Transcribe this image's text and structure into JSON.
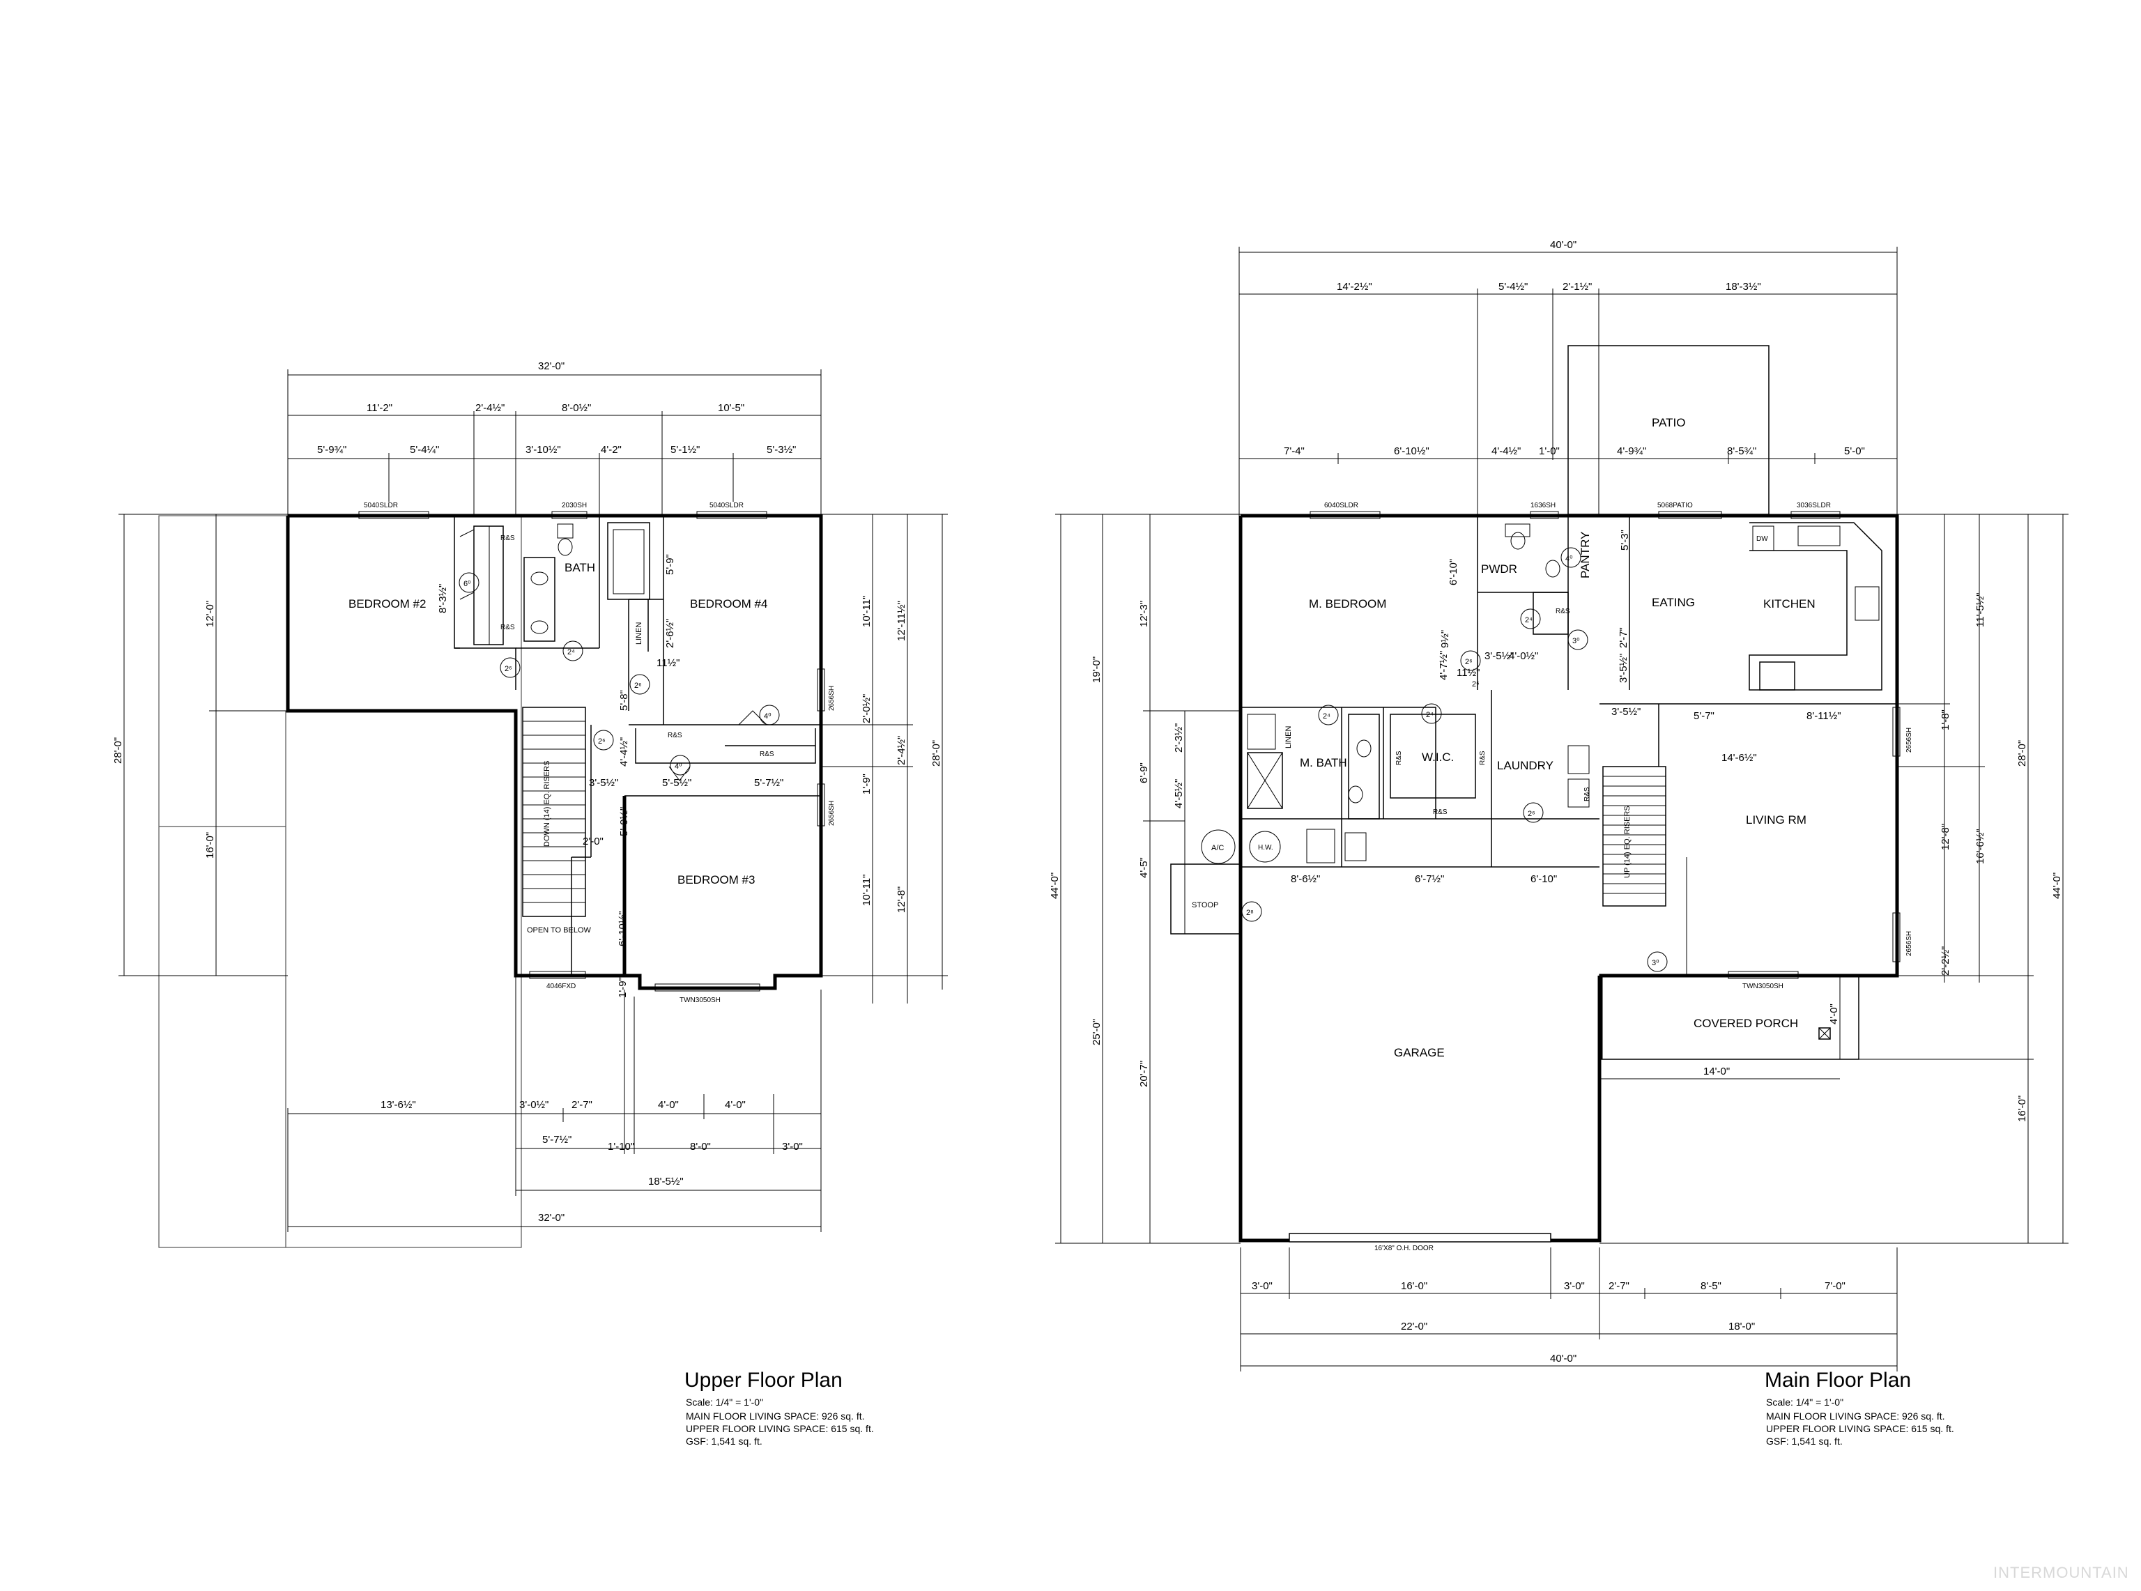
{
  "upper": {
    "title": "Upper Floor Plan",
    "scale": "Scale: 1/4\" = 1'-0\"",
    "main_space": "MAIN FLOOR LIVING SPACE: 926 sq. ft.",
    "upper_space": "UPPER FLOOR LIVING SPACE: 615 sq. ft.",
    "gsf": "GSF: 1,541 sq. ft.",
    "rooms": {
      "bedroom2": "BEDROOM #2",
      "bedroom4": "BEDROOM #4",
      "bedroom3": "BEDROOM #3",
      "bath": "BATH",
      "linen": "LINEN",
      "open": "OPEN TO BELOW",
      "stairs": "DOWN (14) EQ. RISERS",
      "rs1": "R&S",
      "rs2": "R&S",
      "rs3": "R&S",
      "rs4": "R&S"
    },
    "windows": {
      "w1": "5040SLDR",
      "w2": "2030SH",
      "w3": "5040SLDR",
      "w4": "2656SH",
      "w5": "2656SH",
      "w6": "4046FXD",
      "w7": "TWN3050SH"
    },
    "doors": [
      "6⁰",
      "2⁴",
      "2⁶",
      "2⁶",
      "4⁰",
      "2⁶",
      "4⁰"
    ],
    "dims": {
      "overall": "32'-0\"",
      "d1": "11'-2\"",
      "d2": "2'-4½\"",
      "d3": "8'-0½\"",
      "d4": "10'-5\"",
      "d5": "5'-9¾\"",
      "d6": "5'-4¼\"",
      "d7": "3'-10½\"",
      "d8": "4'-2\"",
      "d9": "5'-1½\"",
      "d10": "5'-3½\"",
      "left1": "12'-0\"",
      "left2": "16'-0\"",
      "leftall": "28'-0\"",
      "right1": "10'-11\"",
      "right2": "12'-11½\"",
      "right3": "28'-0\"",
      "right4": "10'-11\"",
      "right5": "12'-8\"",
      "r6": "1'-9\"",
      "r7": "2'-0½\"",
      "r8": "2'-4½\"",
      "in1": "8'-3½\"",
      "in2": "5'-9\"",
      "in3": "2'-6½\"",
      "in4": "11½\"",
      "in5": "5'-8\"",
      "in6": "4'-4½\"",
      "in7": "3'-5½\"",
      "in8": "5'-5½\"",
      "in9": "5'-7½\"",
      "in10": "5'-9½\"",
      "in11": "2'-0\"",
      "in12": "6'-10½\"",
      "in13": "1'-9\"",
      "b1": "13'-6½\"",
      "b2": "3'-0½\"",
      "b3": "2'-7\"",
      "b4": "4'-0\"",
      "b5": "4'-0\"",
      "b6": "5'-7½\"",
      "b7": "1'-10\"",
      "b8": "8'-0\"",
      "b9": "3'-0\"",
      "b10": "18'-5½\"",
      "b11": "32'-0\""
    }
  },
  "main": {
    "title": "Main Floor Plan",
    "scale": "Scale: 1/4\" = 1'-0\"",
    "main_space": "MAIN FLOOR LIVING SPACE: 926 sq. ft.",
    "upper_space": "UPPER FLOOR LIVING SPACE: 615 sq. ft.",
    "gsf": "GSF: 1,541 sq. ft.",
    "rooms": {
      "patio": "PATIO",
      "mbed": "M. BEDROOM",
      "pwdr": "PWDR",
      "pantry": "PANTRY",
      "eating": "EATING",
      "kitchen": "KITCHEN",
      "mbath": "M. BATH",
      "wic": "W.I.C.",
      "laundry": "LAUNDRY",
      "living": "LIVING RM",
      "garage": "GARAGE",
      "porch": "COVERED PORCH",
      "stoop": "STOOP",
      "linen": "LINEN",
      "ac": "A/C",
      "hw": "H.W.",
      "dw": "DW",
      "stairs": "UP (14) EQ. RISERS",
      "ohdoor": "16'X8\" O.H. DOOR",
      "rs1": "R&S",
      "rs2": "R&S",
      "rs3": "R&S",
      "rs4": "R&S",
      "rs5": "R&S"
    },
    "windows": {
      "w1": "6040SLDR",
      "w2": "1636SH",
      "w3": "5068PATIO",
      "w4": "3036SLDR",
      "w5": "2656SH",
      "w6": "2656SH",
      "w7": "TWN3050SH"
    },
    "doors": [
      "2⁴",
      "2⁴",
      "2⁶",
      "3⁰",
      "4⁰",
      "2⁴",
      "2⁶",
      "2⁸",
      "3⁰",
      "2⁶"
    ],
    "dims": {
      "overall": "40'-0\"",
      "t1": "14'-2½\"",
      "t2": "5'-4½\"",
      "t3": "2'-1½\"",
      "t4": "18'-3½\"",
      "t5": "7'-4\"",
      "t6": "6'-10½\"",
      "t7": "4'-4½\"",
      "t8": "1'-0\"",
      "t9": "4'-9¾\"",
      "t10": "8'-5¾\"",
      "t11": "5'-0\"",
      "l1": "12'-3\"",
      "l2": "19'-0\"",
      "l3": "44'-0\"",
      "l4": "6'-9\"",
      "l5": "2'-3½\"",
      "l6": "4'-5½\"",
      "l7": "4'-5\"",
      "l8": "25'-0\"",
      "l9": "20'-7\"",
      "r1": "11'-5½\"",
      "r2": "28'-0\"",
      "r3": "44'-0\"",
      "r4": "1'-8\"",
      "r5": "12'-8\"",
      "r6": "16'-6½\"",
      "r7": "2'-2½\"",
      "r8": "4'-0\"",
      "r9": "16'-0\"",
      "i1": "6'-10\"",
      "i2": "2'-7\"",
      "i3": "4'-7½\"",
      "i4": "3'-5½\"",
      "i5": "4'-0½\"",
      "i6": "3'-5½\"",
      "i7": "5'-7\"",
      "i8": "8'-11½\"",
      "i9": "14'-6½\"",
      "i10": "11½\"",
      "i11": "9½\"",
      "i12": "5'-3\"",
      "i13": "3'-5½\"",
      "i14": "8'-6½\"",
      "i15": "6'-7½\"",
      "i16": "6'-10\"",
      "p1": "14'-0\"",
      "b1": "3'-0\"",
      "b2": "16'-0\"",
      "b3": "3'-0\"",
      "b4": "2'-7\"",
      "b5": "8'-5\"",
      "b6": "7'-0\"",
      "b7": "22'-0\"",
      "b8": "18'-0\"",
      "b9": "40'-0\""
    }
  },
  "watermark": "INTERMOUNTAIN"
}
